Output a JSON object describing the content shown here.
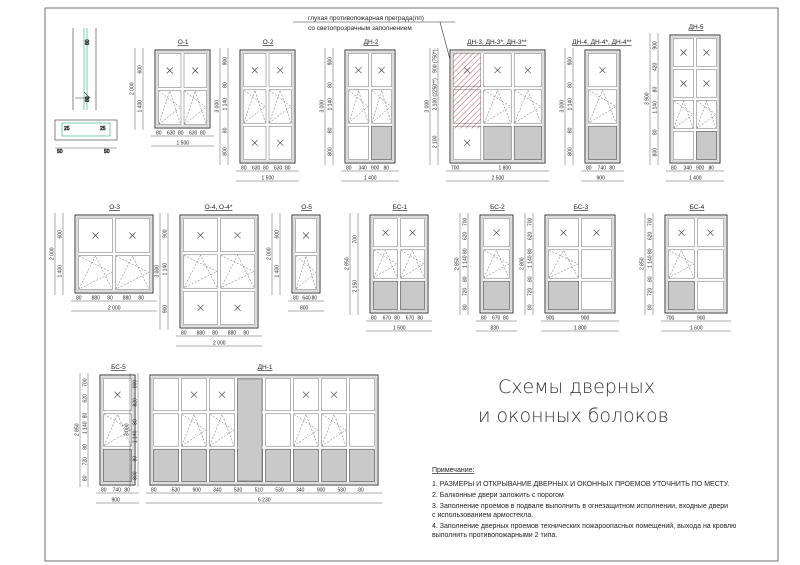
{
  "title": {
    "line1": "Схемы дверных",
    "line2": "и оконных болоков"
  },
  "callout": {
    "line1": "глухая противопожарная преграда(пп)",
    "line2": "со светопрозрачным заполнением"
  },
  "units": [
    {
      "label": "О-1",
      "width": "1 500",
      "height": "2 000",
      "parts": [
        "80",
        "630",
        "80",
        "630",
        "80"
      ]
    },
    {
      "label": "О-2",
      "width": "1 500",
      "height": "3 000",
      "parts": [
        "80",
        "630",
        "80",
        "630",
        "80"
      ]
    },
    {
      "label": "ДН-2",
      "width": "1 400",
      "height": "3 000",
      "parts": [
        "80",
        "340",
        "900",
        "80"
      ]
    },
    {
      "label": "ДН-3, ДН-3*, ДН-3**",
      "width": "2 500",
      "height": "3 000",
      "parts": [
        "700",
        "1 800"
      ]
    },
    {
      "label": "ДН-4, ДН-4*, ДН-4**",
      "width": "900",
      "height": "3 000",
      "parts": [
        "80",
        "740",
        "80"
      ]
    },
    {
      "label": "ДН-5",
      "width": "1 400",
      "height": "3 900",
      "parts": [
        "80",
        "340",
        "900",
        "80"
      ]
    },
    {
      "label": "О-3",
      "width": "2 000",
      "height": "2 000",
      "parts": [
        "80",
        "880",
        "80",
        "880",
        "80"
      ]
    },
    {
      "label": "О-4, О-4*",
      "width": "2 000",
      "height": "3 000",
      "parts": [
        "80",
        "880",
        "80",
        "880",
        "80"
      ]
    },
    {
      "label": "О-5",
      "width": "800",
      "height": "2 000",
      "parts": [
        "80",
        "640",
        "80"
      ]
    },
    {
      "label": "БС-1",
      "width": "1 500",
      "height": "2 850",
      "parts": [
        "80",
        "670",
        "80",
        "670",
        "80"
      ]
    },
    {
      "label": "БС-2",
      "width": "830",
      "height": "2 850",
      "parts": [
        "80",
        "670",
        "80"
      ]
    },
    {
      "label": "БС-3",
      "width": "1 800",
      "height": "2 800",
      "parts": [
        "900",
        "900"
      ]
    },
    {
      "label": "БС-4",
      "width": "1 600",
      "height": "2 850",
      "parts": [
        "700",
        "900"
      ]
    },
    {
      "label": "БС-5",
      "width": "900",
      "height": "2 850",
      "parts": [
        "80",
        "740",
        "80"
      ]
    },
    {
      "label": "ДН-1",
      "width": "6 230",
      "height": "3 000",
      "parts": [
        "80",
        "530",
        "900",
        "340",
        "530",
        "510",
        "530",
        "340",
        "900",
        "530",
        "80"
      ]
    }
  ],
  "verticals": {
    "o1": [
      "600",
      "1 400"
    ],
    "o2": [
      "900",
      "80",
      "1 140",
      "80",
      "800"
    ],
    "dn2": [
      "900",
      "80",
      "1 140",
      "80",
      "800"
    ],
    "dn3": [
      "900 (750*)",
      "2 100 (2250**)",
      "2 100"
    ],
    "dn5": [
      "900",
      "420",
      "80",
      "1 140",
      "80",
      "800"
    ],
    "o3": [
      "600",
      "1 400"
    ],
    "o4": [
      "900",
      "1 140",
      "900"
    ],
    "bs1": [
      "700",
      "2 150"
    ],
    "bs": [
      "700",
      "620",
      "80",
      "1 140",
      "80",
      "720",
      "80"
    ],
    "dn1": [
      "900",
      "820",
      "80",
      "1 140",
      "80",
      "800"
    ]
  },
  "detail": {
    "d1": "25",
    "d2": "25",
    "s1": "50",
    "s2": "50",
    "h1": "80",
    "h2": "80"
  },
  "notes": {
    "heading": "Примечание:",
    "items": [
      "1. РАЗМЕРЫ И ОТКРЫВАНИЕ ДВЕРНЫХ И ОКОННЫХ ПРОЕМОВ УТОЧНИТЬ ПО МЕСТУ.",
      "2. Балконные двери  заложить с порогом",
      "3. Заполнение проемов в подвале выполнить в огнезащитном исполнении, входные двери",
      "    с использованием армостекла.",
      "4. Заполнение дверных проемов технических пожароопасных помещений, выхода на кровлю",
      "    выполнить противопожарными 2 типа."
    ]
  }
}
